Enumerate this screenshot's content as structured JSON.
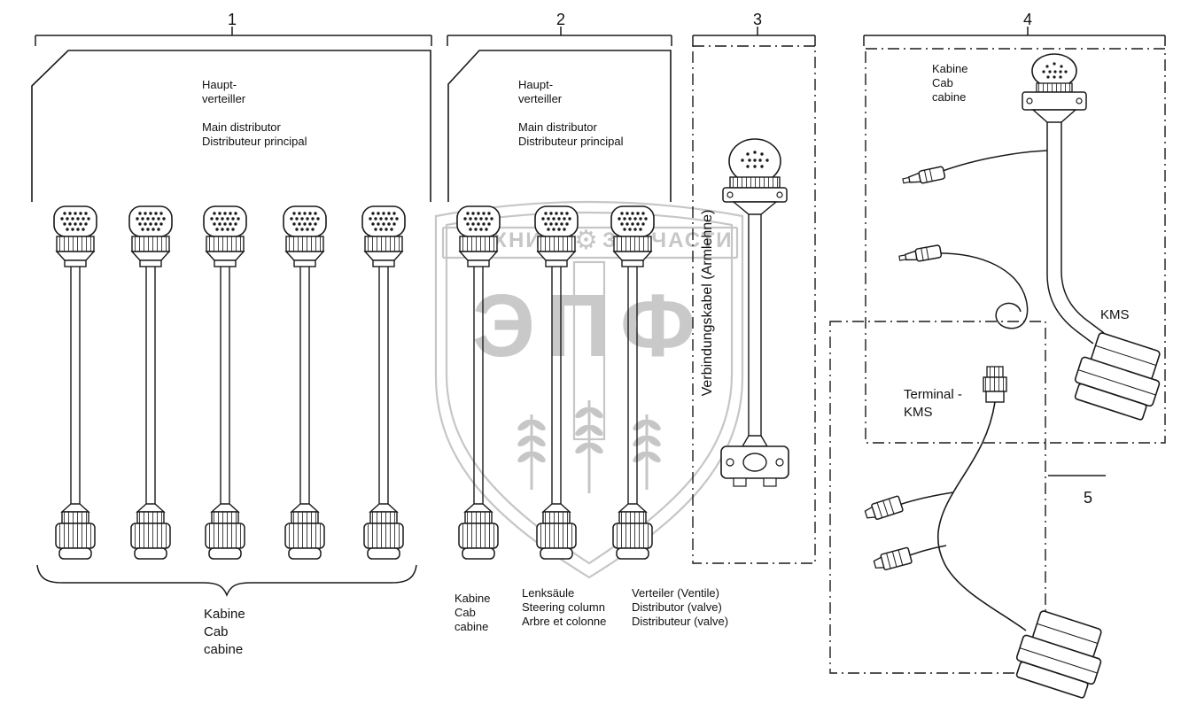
{
  "callouts": {
    "c1": "1",
    "c2": "2",
    "c3": "3",
    "c4": "4",
    "c5": "5"
  },
  "section1": {
    "distributor_note": "Haupt-\nverteiller\n\nMain distributor\nDistributeur principal",
    "cab_note": "Kabine\nCab\ncabine"
  },
  "section2": {
    "distributor_note": "Haupt-\nverteiller\n\nMain distributor\nDistributeur principal",
    "cab_note": "Kabine\nCab\ncabine",
    "steering_note": "Lenksäule\nSteering column\nArbre et colonne",
    "valve_note": "Verteiler (Ventile)\nDistributor (valve)\nDistributeur (valve)"
  },
  "section3": {
    "connector_note": "Verbindungskabel (Armlehne)"
  },
  "section4": {
    "cab_note": "Kabine\nCab\ncabine",
    "kms_label": "KMS"
  },
  "section5": {
    "terminal_label": "Terminal -\nKMS"
  },
  "watermark": {
    "band_left": "ТЕХНИКА",
    "band_right": "ЗАПЧАСТИ",
    "gear": "⚙",
    "monogram": "ЭПФ"
  },
  "colors": {
    "line": "#1a1a1a",
    "watermark": "#c6c6c6"
  }
}
